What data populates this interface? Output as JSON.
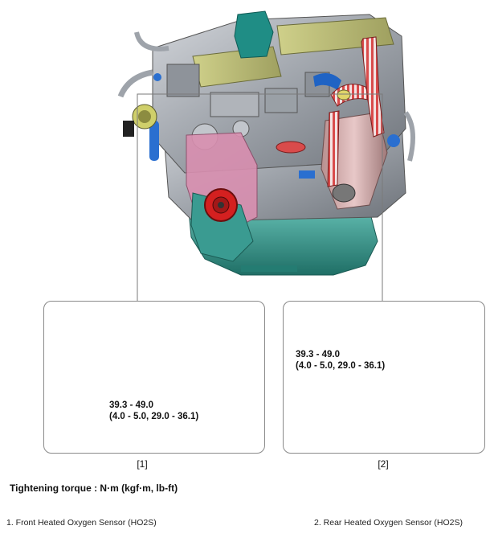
{
  "callouts": [
    {
      "tag": "[1]",
      "torque_line1": "39.3 - 49.0",
      "torque_line2": "(4.0 - 5.0, 29.0 - 36.1)"
    },
    {
      "tag": "[2]",
      "torque_line1": "39.3 - 49.0",
      "torque_line2": "(4.0 - 5.0, 29.0 - 36.1)"
    }
  ],
  "torque_note": "Tightening torque : N·m (kgf·m, lb-ft)",
  "legend": [
    "1. Front Heated Oxygen Sensor (HO2S)",
    "2. Rear Heated Oxygen Sensor (HO2S)"
  ],
  "colors": {
    "engine_block": "#9ea3aa",
    "oil_pan": "#2e8f84",
    "catalytic_converter": "#c9a0a0",
    "manifold_stripe": "#d94b4b",
    "pulley": "#d42020",
    "sensor_body": "#d8d88a",
    "callout_border": "#8a8a8a",
    "leader_line": "#7a7a7a"
  }
}
